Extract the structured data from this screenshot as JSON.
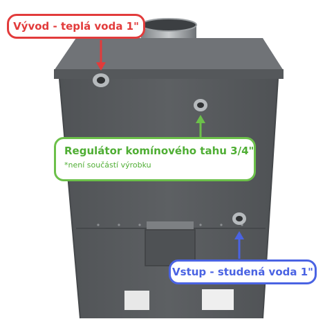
{
  "callouts": {
    "outlet": {
      "label": "Vývod - teplá voda 1\"",
      "color": "#e23b3b"
    },
    "draft_regulator": {
      "label": "Regulátor komínového tahu 3/4\"",
      "note": "*není součástí výrobku",
      "color": "#6cc04a"
    },
    "inlet": {
      "label": "Vstup - studená voda 1\"",
      "color": "#4a63e3"
    }
  },
  "colors": {
    "body": "#5a5d60",
    "top": "#707377",
    "background": "#ffffff"
  }
}
